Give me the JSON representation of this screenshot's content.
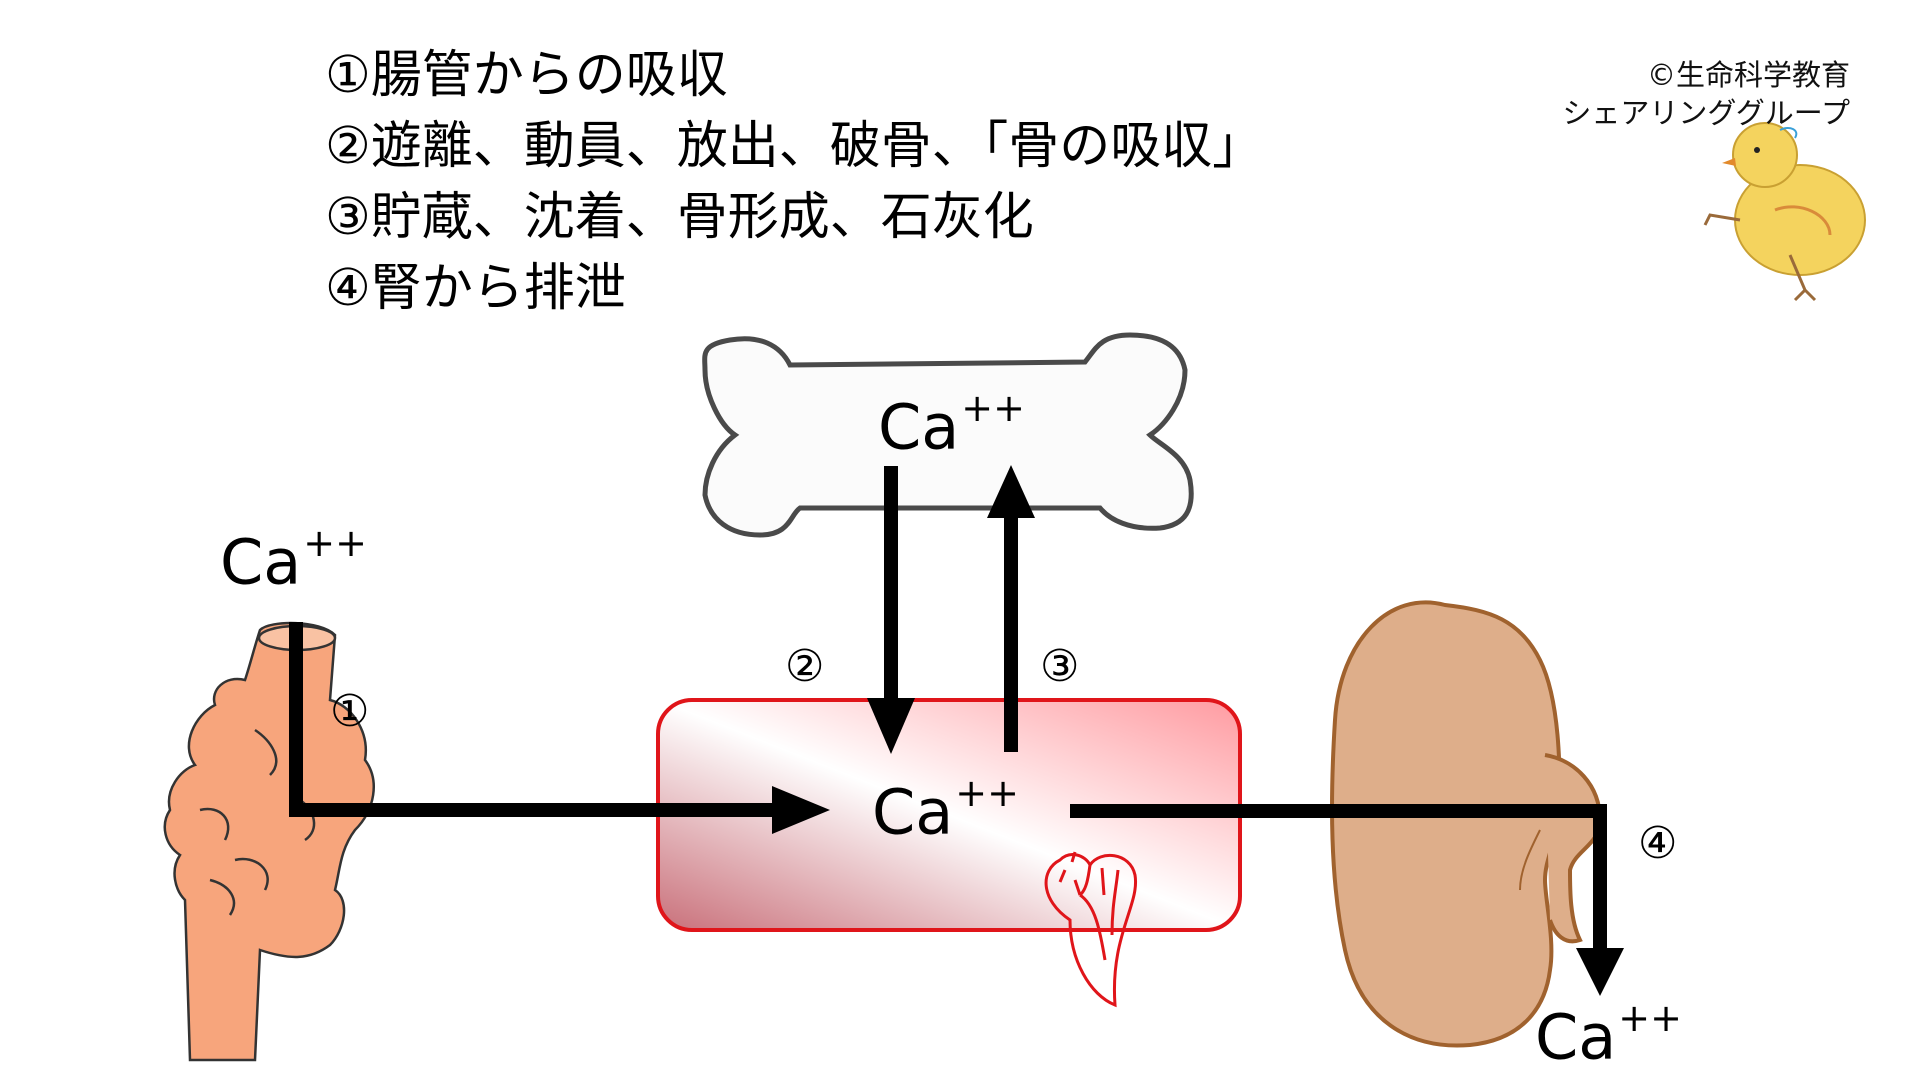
{
  "legend": [
    "①腸管からの吸収",
    "②遊離、動員、放出、破骨、「骨の吸収」",
    "③貯蔵、沈着、骨形成、石灰化",
    "④腎から排泄"
  ],
  "credit": {
    "line1": "©生命科学教育",
    "line2": "シェアリンググループ"
  },
  "ion": {
    "base": "Ca",
    "charge": "++"
  },
  "markers": {
    "m1": "①",
    "m2": "②",
    "m3": "③",
    "m4": "④"
  },
  "colors": {
    "blood_border": "#e0151a",
    "blood_fill_dark": "#c9707a",
    "blood_fill_light": "#ff9aa0",
    "intestine": "#f7a57c",
    "kidney": "#deae8a",
    "kidney_outline": "#a0622e",
    "bone_fill": "#fbfbfb",
    "bone_outline": "#4a4a4a",
    "arrow": "#000000",
    "chick": "#f4d35e"
  }
}
